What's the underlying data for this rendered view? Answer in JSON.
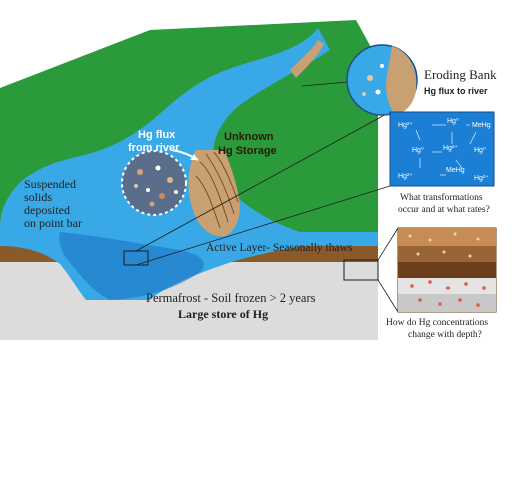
{
  "labels": {
    "eroding_bank": "Eroding Bank",
    "hg_flux_to_river": "Hg flux to river",
    "hg_flux_from_river_1": "Hg flux",
    "hg_flux_from_river_2": "from river",
    "unknown_hg_1": "Unknown",
    "unknown_hg_2": "Hg Storage",
    "suspended_1": "Suspended",
    "suspended_2": "solids",
    "suspended_3": "deposited",
    "suspended_4": "on point bar",
    "active_layer": "Active Layer- Seasonally thaws",
    "permafrost": "Permafrost - Soil frozen > 2 years",
    "large_store": "Large store of Hg",
    "transformations_1": "What transformations",
    "transformations_2": "occur and at what rates?",
    "depth_1": "How do Hg concentrations",
    "depth_2": "change with depth?"
  },
  "species": {
    "hg2_a": "Hg²⁺",
    "hg0_a": "Hg⁰",
    "mehg_a": "MeHg",
    "hg0_b": "Hg⁰",
    "hg2_b": "Hg²⁺",
    "hg0_c": "Hg⁰",
    "hg2_c": "Hg²⁺",
    "mehg_b": "MeHg",
    "hg2_d": "Hg²⁺"
  },
  "colors": {
    "grass": "#2a9a3a",
    "river": "#38a9e6",
    "river_dark": "#1a6fc0",
    "soil": "#8b5a2b",
    "soil_light": "#b07a45",
    "permafrost": "#dcdcdc",
    "chemistry_box": "#1b7fd6"
  }
}
